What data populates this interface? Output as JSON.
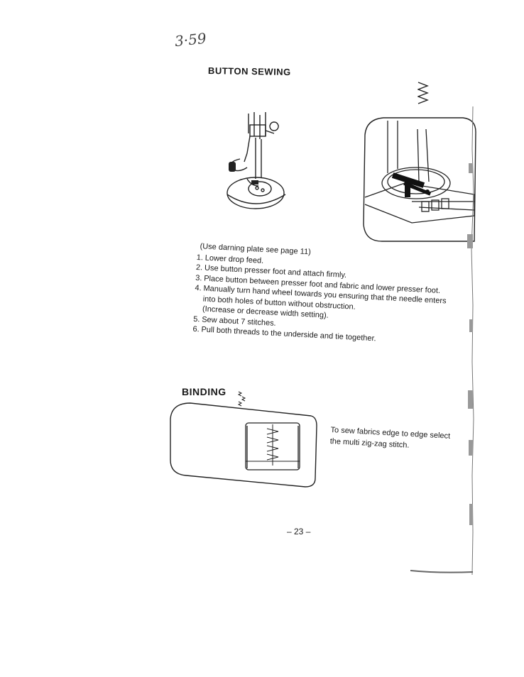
{
  "handwritten_note": "3·59",
  "button_sewing": {
    "title": "BUTTON SEWING",
    "note": "(Use darning plate see page 11)",
    "steps": [
      {
        "num": "1.",
        "text": "Lower drop feed."
      },
      {
        "num": "2.",
        "text": "Use button presser foot and attach firmly."
      },
      {
        "num": "3.",
        "text": "Place button between presser foot and fabric and lower presser foot."
      },
      {
        "num": "4.",
        "text": "Manually turn hand wheel towards you ensuring that the needle enters into both holes of button without obstruction."
      },
      {
        "num": "",
        "text": "(Increase or decrease width setting)."
      },
      {
        "num": "5.",
        "text": "Sew about 7 stitches."
      },
      {
        "num": "6.",
        "text": "Pull both threads to the underside and tie together."
      }
    ]
  },
  "binding": {
    "title": "BINDING",
    "description": "To sew fabrics edge to edge select the multi zig-zag stitch."
  },
  "page_number": "– 23 –"
}
